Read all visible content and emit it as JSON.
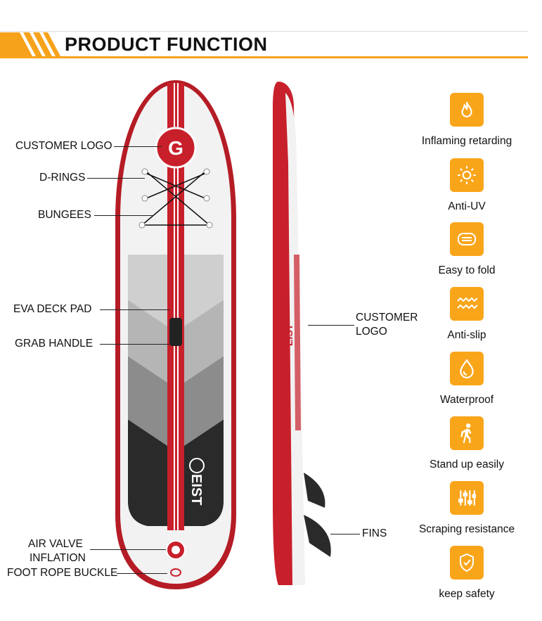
{
  "header": {
    "title": "PRODUCT FUNCTION"
  },
  "callouts_left": {
    "customer_logo": "CUSTOMER LOGO",
    "d_rings": "D-RINGS",
    "bungees": "BUNGEES",
    "eva_deck_pad": "EVA DECK PAD",
    "grab_handle": "GRAB HANDLE",
    "air_valve_line1": "AIR VALVE",
    "air_valve_line2": "INFLATION",
    "foot_rope_buckle": "FOOT ROPE BUCKLE"
  },
  "callouts_side": {
    "customer_logo_line1": "CUSTOMER",
    "customer_logo_line2": "LOGO",
    "fins": "FINS"
  },
  "brand": {
    "logo_letter": "G",
    "board_text": "EIST"
  },
  "features": [
    {
      "label": "Inflaming retarding",
      "icon": "flame-icon"
    },
    {
      "label": "Anti-UV",
      "icon": "sun-icon"
    },
    {
      "label": "Easy to fold",
      "icon": "fold-icon"
    },
    {
      "label": "Anti-slip",
      "icon": "waves-icon"
    },
    {
      "label": "Waterproof",
      "icon": "water-drop-icon"
    },
    {
      "label": "Stand up easily",
      "icon": "walking-person-icon"
    },
    {
      "label": "Scraping resistance",
      "icon": "sliders-icon"
    },
    {
      "label": "keep safety",
      "icon": "shield-check-icon"
    }
  ],
  "colors": {
    "accent": "#f9a51a",
    "board_red": "#c8202b",
    "deck_dark": "#2a2a2a"
  }
}
